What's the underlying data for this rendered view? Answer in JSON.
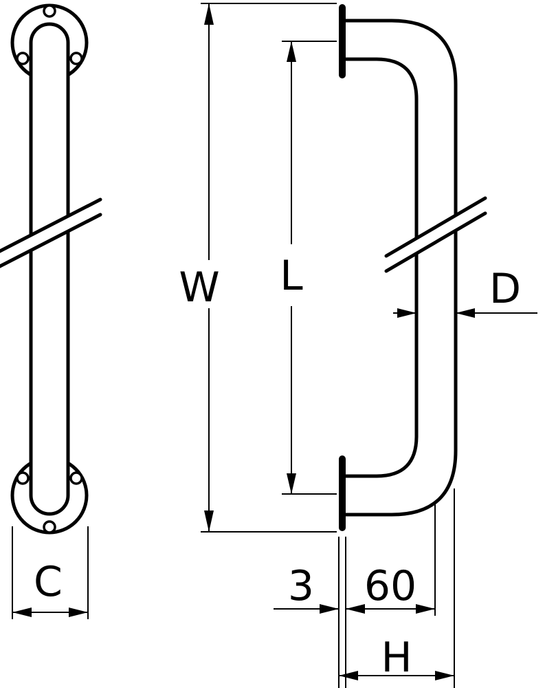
{
  "labels": {
    "w": "W",
    "l": "L",
    "d": "D",
    "c": "C",
    "h": "H",
    "dim_3": "3",
    "dim_60": "60"
  }
}
